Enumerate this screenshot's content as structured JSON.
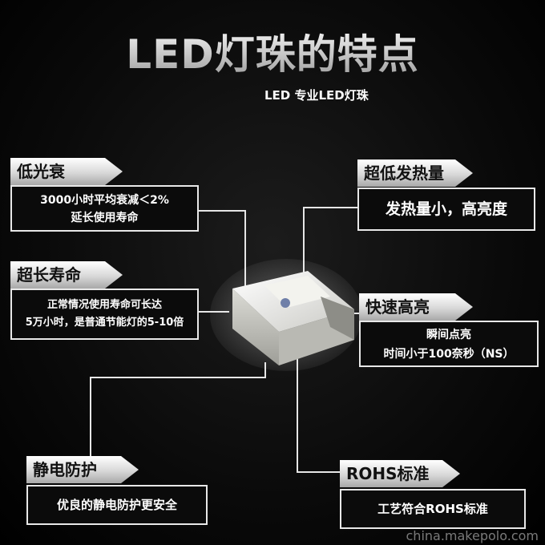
{
  "title": "LED灯珠的特点",
  "subtitle": "LED  专业LED灯珠",
  "features": {
    "low_decay": {
      "header": "低光衰",
      "lines": [
        "3000小时平均衰减＜2%",
        "延长使用寿命"
      ]
    },
    "long_life": {
      "header": "超长寿命",
      "lines": [
        "正常情况使用寿命可长达",
        "5万小时，是普通节能灯的5-10倍"
      ]
    },
    "esd": {
      "header": "静电防护",
      "lines": [
        "优良的静电防护更安全"
      ]
    },
    "low_heat": {
      "header": "超低发热量",
      "lines": [
        "发热量小，高亮度"
      ]
    },
    "fast_light": {
      "header": "快速高亮",
      "lines": [
        "瞬间点亮",
        "时间小于100奈秒（NS）"
      ]
    },
    "rohs": {
      "header": "ROHS标准",
      "lines": [
        "工艺符合ROHS标准"
      ]
    }
  },
  "watermark": "china.makepolo.com"
}
